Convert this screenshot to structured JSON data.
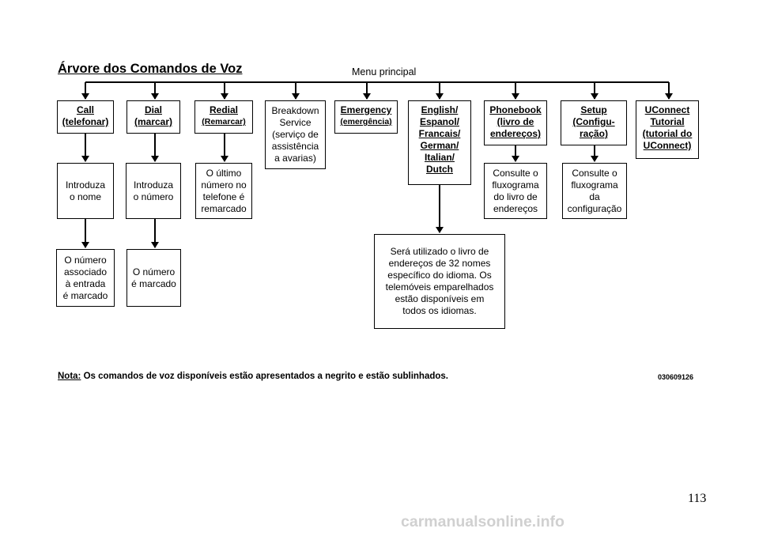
{
  "title": "Árvore dos Comandos de Voz",
  "menu_label": "Menu principal",
  "commands": {
    "call": [
      "Call",
      "(telefonar)"
    ],
    "dial": [
      "Dial",
      "(marcar)"
    ],
    "redial": [
      "Redial",
      "(Remarcar)"
    ],
    "breakdown": [
      "Breakdown",
      "Service",
      "(serviço de",
      "assistência",
      "a avarias)"
    ],
    "emergency": [
      "Emergency",
      "(emergência)"
    ],
    "language": [
      "English/",
      "Espanol/",
      "Francais/",
      "German/",
      "Italian/",
      "Dutch"
    ],
    "phonebook": [
      "Phonebook",
      "(livro de",
      "endereços)"
    ],
    "setup": [
      "Setup",
      "(Configu-",
      "ração)"
    ],
    "uconnect": [
      "UConnect",
      "Tutorial",
      "(tutorial do",
      "UConnect)"
    ]
  },
  "level2": {
    "call": [
      "Introduza",
      "o nome"
    ],
    "dial": [
      "Introduza",
      "o número"
    ],
    "redial": [
      "O último",
      "número no",
      "telefone é",
      "remarcado"
    ],
    "phonebook": [
      "Consulte o",
      "fluxograma",
      "do livro de",
      "endereços"
    ],
    "setup": [
      "Consulte o",
      "fluxograma",
      "da",
      "configuração"
    ],
    "language": [
      "Será utilizado o livro de",
      "endereços de 32 nomes",
      "específico do idioma. Os",
      "telemóveis emparelhados",
      "estão disponíveis em",
      "todos os idiomas."
    ]
  },
  "level3": {
    "call": [
      "O número",
      "associado",
      "à entrada",
      "é marcado"
    ],
    "dial": [
      "O número",
      "é marcado"
    ]
  },
  "note": {
    "label": "Nota:",
    "text": "Os comandos de voz disponíveis estão apresentados a negrito e estão sublinhados."
  },
  "figure_code": "030609126",
  "page_number": "113",
  "watermark": "carmanualsonline.info"
}
